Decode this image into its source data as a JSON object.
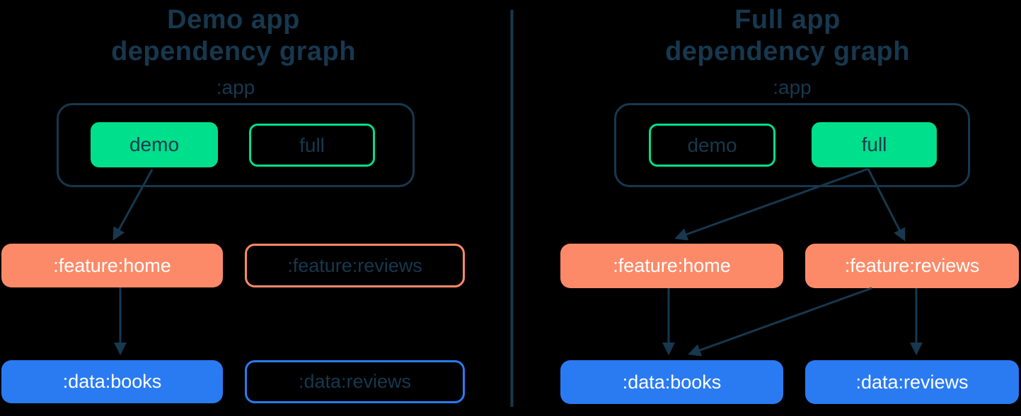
{
  "colors": {
    "background": "#000000",
    "navy": "#17384E",
    "green": "#00DF8B",
    "coral": "#FC8A68",
    "blue": "#2A7BF2",
    "text_on_filled": "#FFFFFF"
  },
  "panels": {
    "left": {
      "title": "Demo app\ndependency graph",
      "app_label": ":app",
      "variants": [
        {
          "label": "demo",
          "selected": true
        },
        {
          "label": "full",
          "selected": false
        }
      ],
      "features": [
        {
          "label": ":feature:home",
          "included": true
        },
        {
          "label": ":feature:reviews",
          "included": false
        }
      ],
      "data_modules": [
        {
          "label": ":data:books",
          "included": true
        },
        {
          "label": ":data:reviews",
          "included": false
        }
      ],
      "edges": [
        {
          "from": "demo",
          "to": ":feature:home"
        },
        {
          "from": ":feature:home",
          "to": ":data:books"
        }
      ]
    },
    "right": {
      "title": "Full app\ndependency graph",
      "app_label": ":app",
      "variants": [
        {
          "label": "demo",
          "selected": false
        },
        {
          "label": "full",
          "selected": true
        }
      ],
      "features": [
        {
          "label": ":feature:home",
          "included": true
        },
        {
          "label": ":feature:reviews",
          "included": true
        }
      ],
      "data_modules": [
        {
          "label": ":data:books",
          "included": true
        },
        {
          "label": ":data:reviews",
          "included": true
        }
      ],
      "edges": [
        {
          "from": "full",
          "to": ":feature:home"
        },
        {
          "from": "full",
          "to": ":feature:reviews"
        },
        {
          "from": ":feature:home",
          "to": ":data:books"
        },
        {
          "from": ":feature:reviews",
          "to": ":data:books"
        },
        {
          "from": ":feature:reviews",
          "to": ":data:reviews"
        }
      ]
    }
  }
}
